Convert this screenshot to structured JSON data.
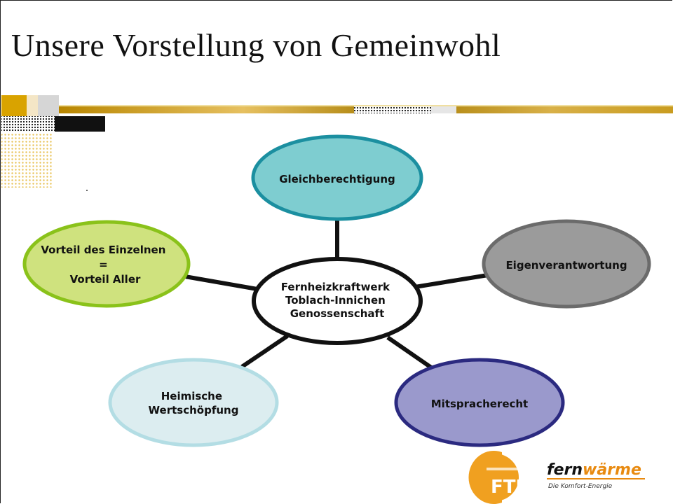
{
  "slide": {
    "title": "Unsere Vorstellung von Gemeinwohl"
  },
  "diagram": {
    "center": {
      "lines": [
        "Fernheizkraftwerk",
        "Toblach-Innichen",
        "Genossenschaft"
      ]
    },
    "nodes": [
      {
        "id": "gleichberechtigung",
        "lines": [
          "Gleichberechtigung"
        ],
        "fill": "#7ecdd0",
        "stroke": "#1b8fa0"
      },
      {
        "id": "eigenverantwortung",
        "lines": [
          "Eigenverantwortung"
        ],
        "fill": "#9b9b9b",
        "stroke": "#6b6b6b"
      },
      {
        "id": "mitspracherecht",
        "lines": [
          "Mitspracherecht"
        ],
        "fill": "#9a99cc",
        "stroke": "#2b2a80"
      },
      {
        "id": "heimische-wertschoepfung",
        "lines": [
          "Heimische",
          "Wertschöpfung"
        ],
        "fill": "#dcedf0",
        "stroke": "#b3dde4"
      },
      {
        "id": "vorteil",
        "lines": [
          "Vorteil des Einzelnen",
          "=",
          "Vorteil Aller"
        ],
        "fill": "#cfe27e",
        "stroke": "#8ac21a"
      }
    ]
  },
  "logos": {
    "fti_text": "FTI",
    "fernwaerme_part1": "fern",
    "fernwaerme_part2": "wärme",
    "fernwaerme_tagline": "Die Komfort-Energie"
  },
  "colors": {
    "gold": "#d9a300",
    "cream": "#f4e6c6",
    "lightgray": "#d0d0d0",
    "black": "#111111",
    "fti_orange": "#f0a020",
    "fw_orange": "#e88a10"
  }
}
